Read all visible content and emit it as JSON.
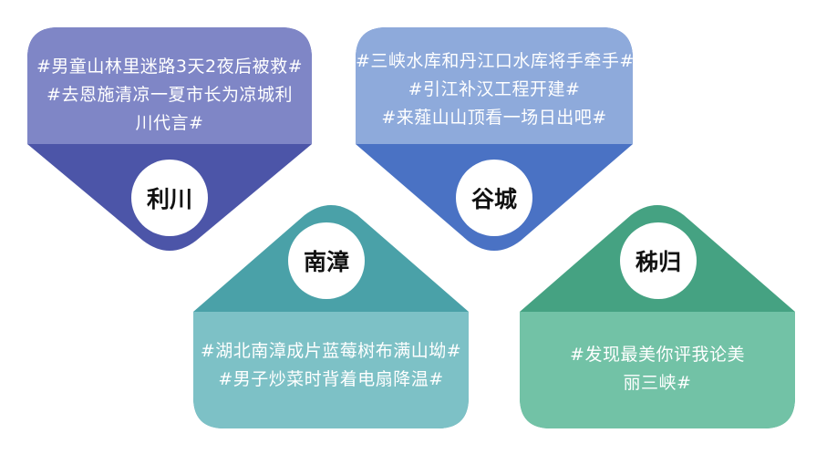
{
  "cards": [
    {
      "name": "利川",
      "lines": [
        "#男童山林里迷路3天2夜后被救#",
        "#去恩施清凉一夏市长为凉城利",
        "川代言#"
      ],
      "color_text_bg": "#7f86c6",
      "color_shape": "#4c55a8"
    },
    {
      "name": "谷城",
      "lines": [
        "#三峡水库和丹江口水库将手牵手#",
        "#引江补汉工程开建#",
        "#来薤山山顶看一场日出吧#"
      ],
      "color_text_bg": "#8eaadb",
      "color_shape": "#4a72c4"
    },
    {
      "name": "南漳",
      "lines": [
        "#湖北南漳成片蓝莓树布满山坳#",
        "#男子炒菜时背着电扇降温#"
      ],
      "color_text_bg": "#7dc1c6",
      "color_shape": "#4aa1a8"
    },
    {
      "name": "秭归",
      "lines": [
        "#发现最美你评我论美",
        "丽三峡#"
      ],
      "color_text_bg": "#72c2a6",
      "color_shape": "#45a282"
    }
  ]
}
